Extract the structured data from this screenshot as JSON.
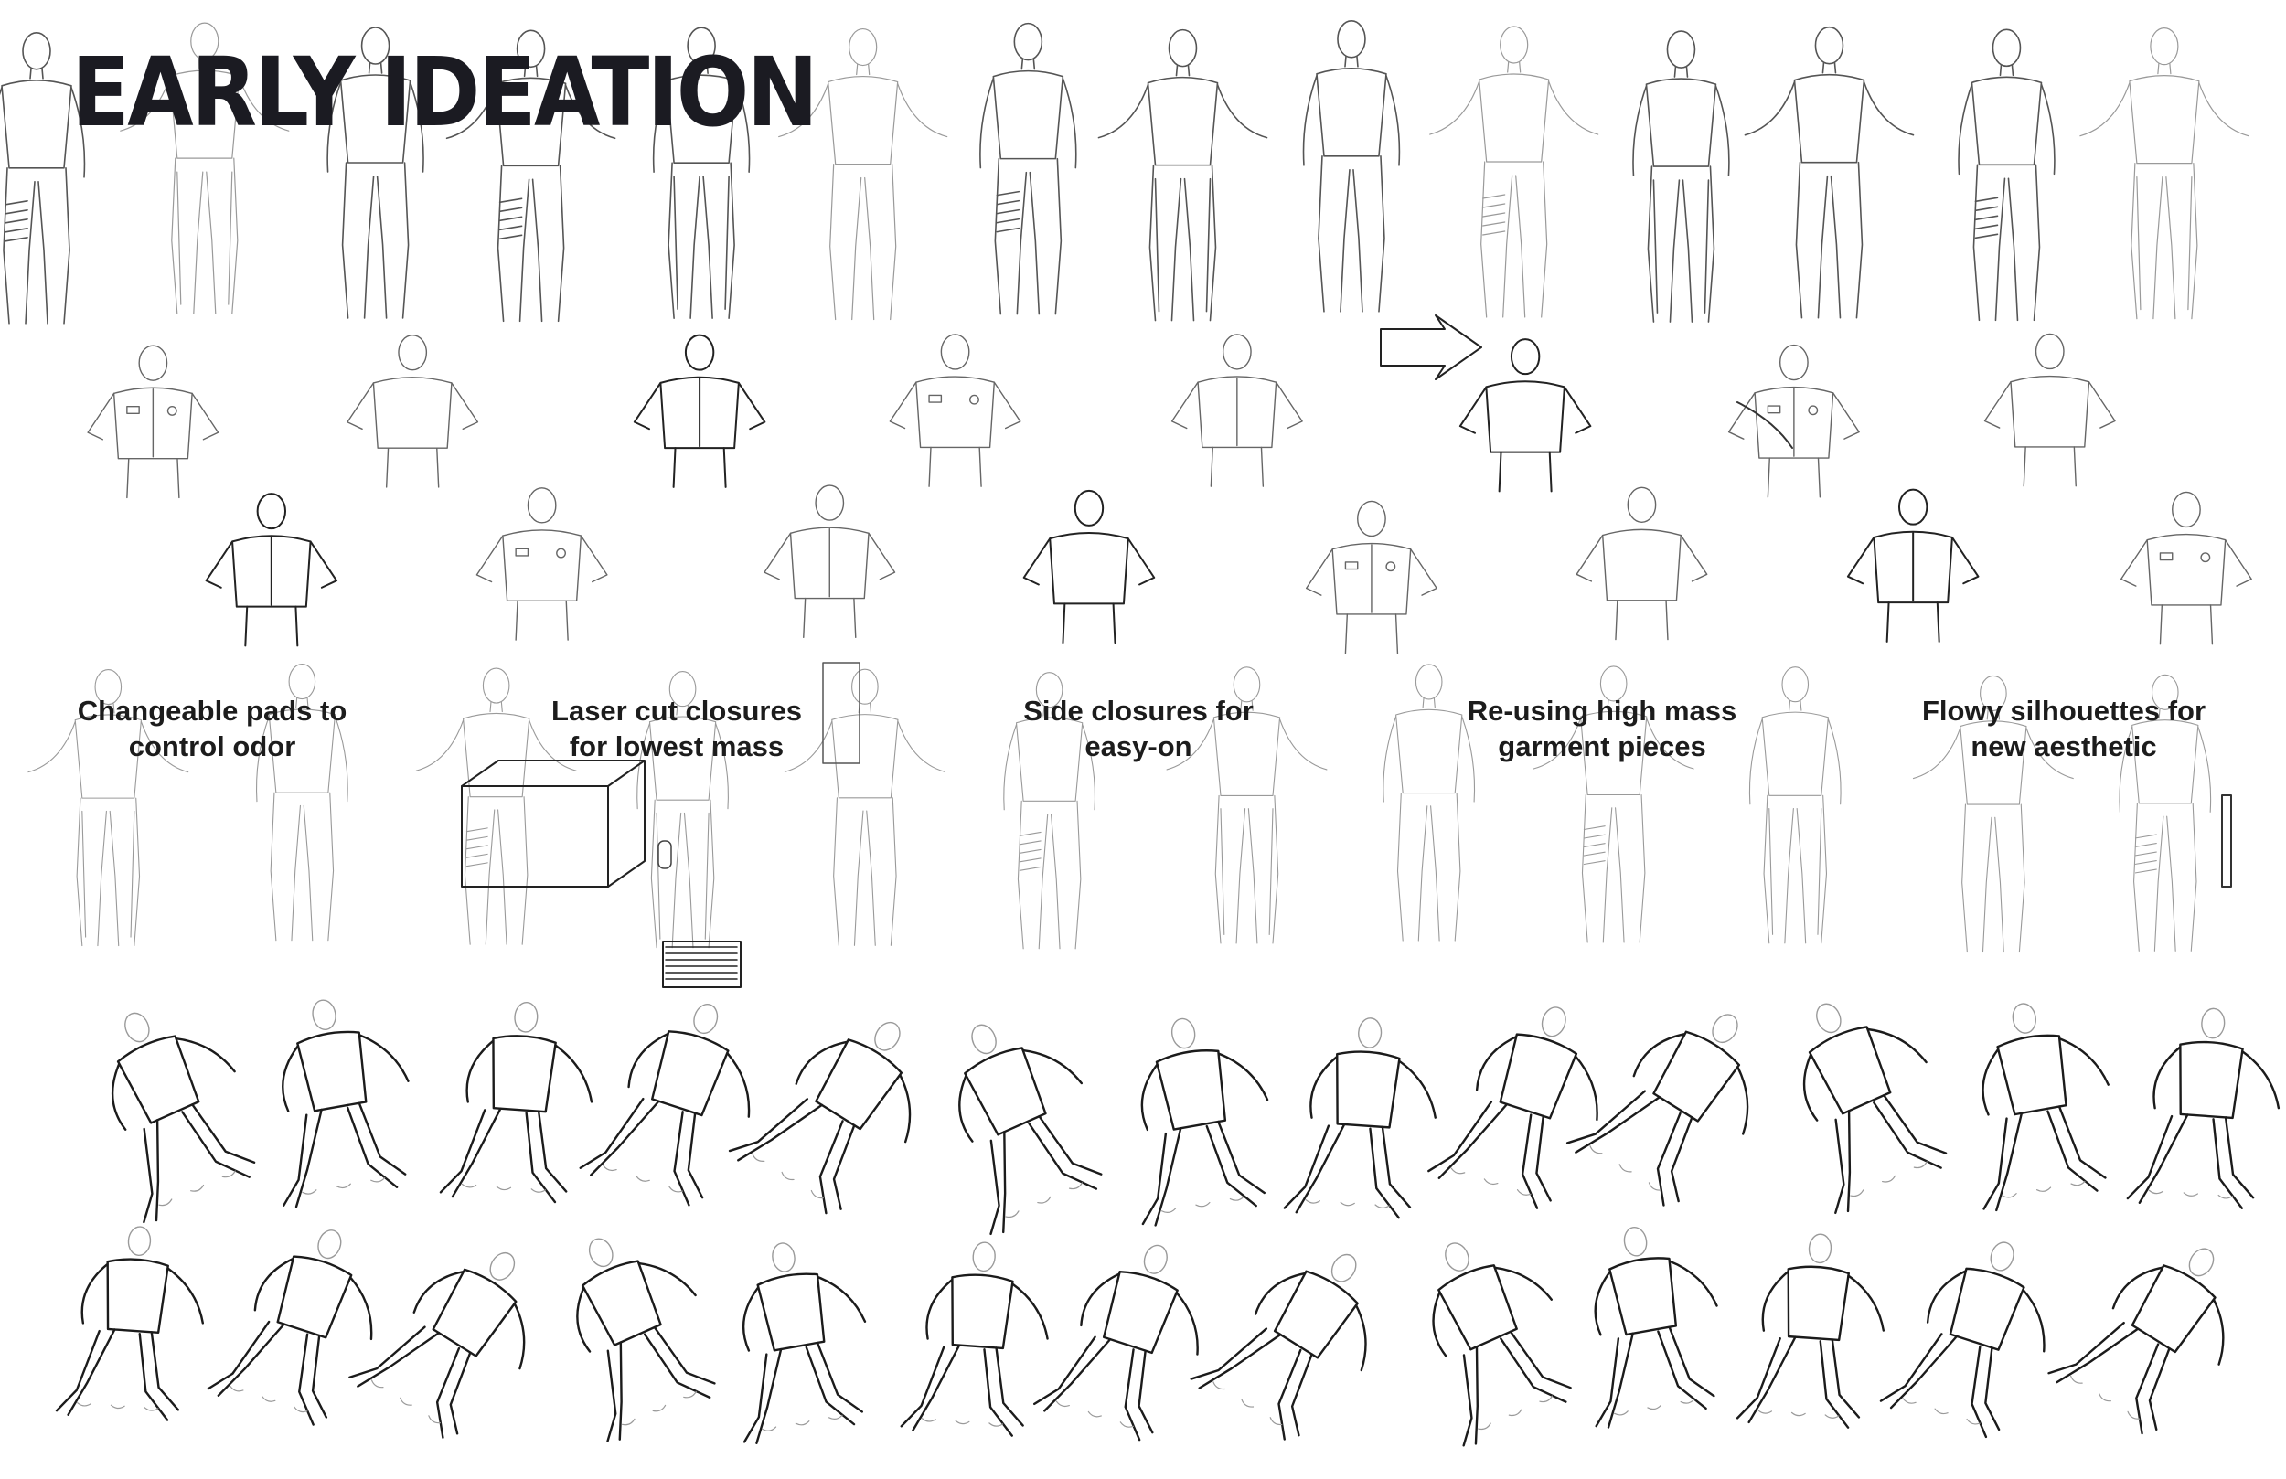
{
  "title": "EARLY IDEATION",
  "captions": [
    {
      "id": "pads",
      "line1": "Changeable pads to",
      "line2": "control odor"
    },
    {
      "id": "laser",
      "line1": "Laser cut closures",
      "line2": "for lowest mass"
    },
    {
      "id": "side",
      "line1": "Side closures for",
      "line2": "easy-on"
    },
    {
      "id": "reuse",
      "line1": "Re-using high mass",
      "line2": "garment pieces"
    },
    {
      "id": "flowy",
      "line1": "Flowy silhouettes for",
      "line2": "new aesthetic"
    }
  ],
  "sketch_rows": [
    {
      "name": "standing-pants-row",
      "count": 14
    },
    {
      "name": "upper-body-shirts-row",
      "count": 16
    },
    {
      "name": "detail-concepts-row",
      "count": 12
    },
    {
      "name": "floating-figures-row-1",
      "count": 13
    },
    {
      "name": "floating-figures-row-2",
      "count": 13
    }
  ],
  "colors": {
    "ink_dark": "#1b1b1b",
    "ink_light": "#9a9a9a",
    "background": "#ffffff"
  }
}
